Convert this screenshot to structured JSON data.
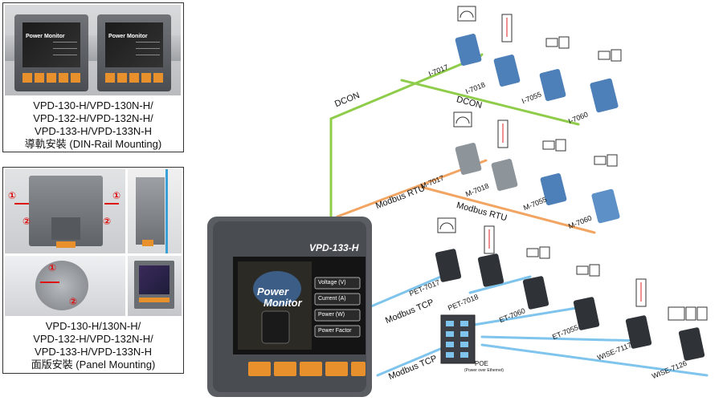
{
  "din_panel": {
    "caption_lines": [
      "VPD-130-H/VPD-130N-H/",
      "VPD-132-H/VPD-132N-H/",
      "VPD-133-H/VPD-133N-H",
      "導軌安裝 (DIN-Rail Mounting)"
    ],
    "screen_title": "Power Monitor"
  },
  "panel_mount": {
    "caption_lines": [
      "VPD-130-H/130N-H/",
      "VPD-132-H/VPD-132N-H/",
      "VPD-133-H/VPD-133N-H",
      "面版安裝 (Panel Mounting)"
    ],
    "step_markers": [
      "①",
      "②"
    ]
  },
  "device": {
    "model": "VPD-133-H",
    "screen_title_line1": "Power",
    "screen_title_line2": "Monitor",
    "menu": [
      "Voltage (V)",
      "Current (A)",
      "Power (W)",
      "Power Factor"
    ]
  },
  "buses": {
    "dcon": "DCON",
    "modbus_rtu": "Modbus RTU",
    "modbus_tcp": "Modbus TCP"
  },
  "modules": {
    "dcon": [
      "I-7017",
      "I-7018",
      "I-7055",
      "I-7060"
    ],
    "rtu": [
      "M-7017",
      "M-7018",
      "M-7055",
      "M-7060"
    ],
    "tcp": [
      "PET-7017",
      "PET-7018",
      "ET-7060",
      "ET-7055",
      "WISE-7117",
      "WISE-7126"
    ]
  },
  "poe": {
    "label": "POE",
    "sublabel": "(Power over Ethernet)"
  },
  "colors": {
    "dcon": "#8fcc4a",
    "rtu": "#f2a563",
    "tcp": "#7fc4ec",
    "panel_border": "#333333"
  }
}
